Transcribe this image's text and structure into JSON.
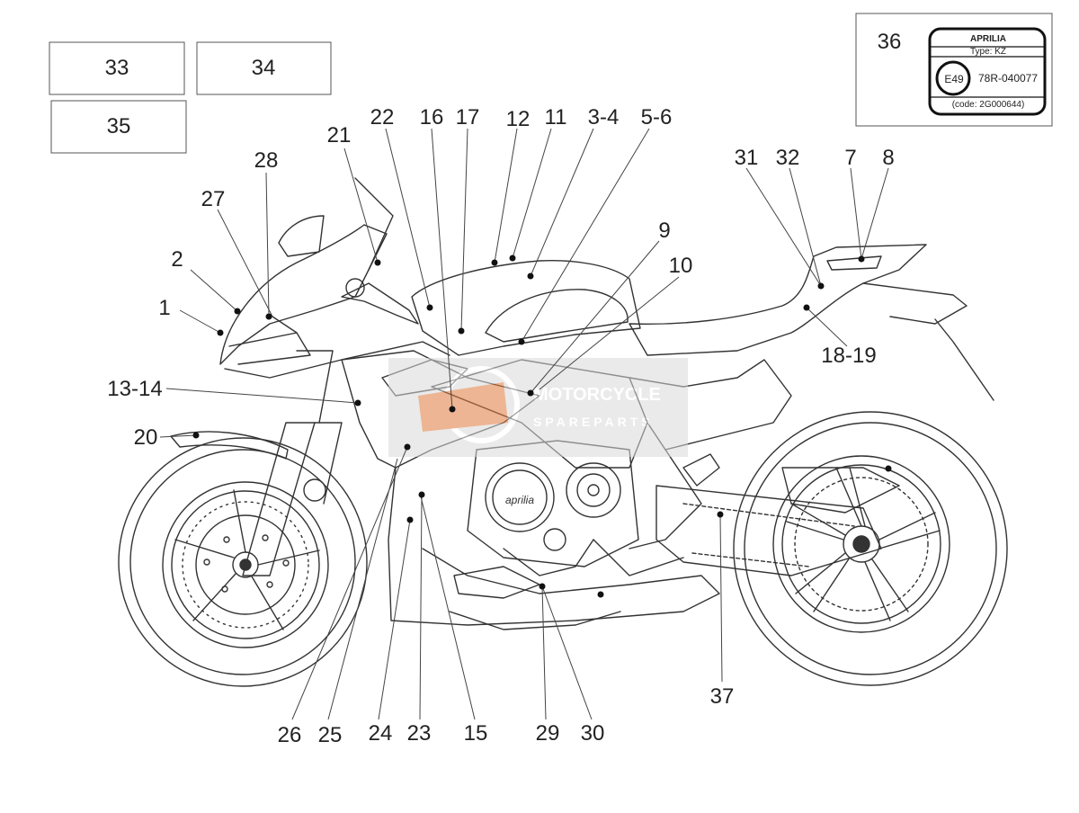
{
  "boxes": {
    "box33": "33",
    "box34": "34",
    "box35": "35",
    "box36": "36"
  },
  "plate": {
    "brand": "APRILIA",
    "type": "Type: KZ",
    "mark": "E49",
    "approval": "78R-040077",
    "code": "(code: 2G000644)"
  },
  "watermark": {
    "line1": "MOTORCYCLE",
    "line2": "SPAREPARTS"
  },
  "engine_logo": "aprilia",
  "callouts": {
    "c1": "1",
    "c2": "2",
    "c27": "27",
    "c28": "28",
    "c21": "21",
    "c22": "22",
    "c16": "16",
    "c17": "17",
    "c12": "12",
    "c11": "11",
    "c3_4": "3-4",
    "c5_6": "5-6",
    "c9": "9",
    "c10": "10",
    "c31": "31",
    "c32": "32",
    "c7": "7",
    "c8": "8",
    "c18_19": "18-19",
    "c13_14": "13-14",
    "c20": "20",
    "c37": "37",
    "c26": "26",
    "c25": "25",
    "c24": "24",
    "c23": "23",
    "c15": "15",
    "c29": "29",
    "c30": "30"
  }
}
